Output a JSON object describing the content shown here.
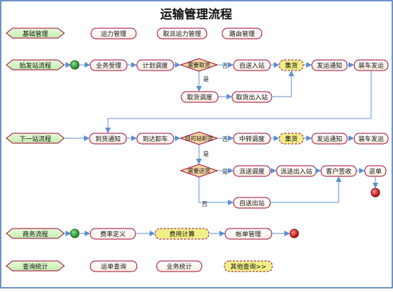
{
  "title": "运输管理流程",
  "lanes": {
    "basic": "基础管理",
    "origin": "始发站流程",
    "next": "下一站流程",
    "business": "商务流程",
    "query": "查询统计"
  },
  "row_basic": {
    "capacity_mgmt": "运力管理",
    "dispatch_capacity_mgmt": "取派运力管理",
    "route_mgmt": "路由管理"
  },
  "row_origin": {
    "accept": "业务受理",
    "plan": "计划调度",
    "need_pickup": "需要取货",
    "self_delivery": "自送入站",
    "consolidate": "集货",
    "send_notice": "发运通知",
    "load_ship": "装车发运",
    "pickup_dispatch": "取货调度",
    "pickup_inbound": "取货出入站",
    "label_no": "否",
    "label_yes": "是"
  },
  "row_next": {
    "arrival_notice": "到货通知",
    "arrive_unload": "到达卸车",
    "dest_station": "目的站卸货",
    "transfer_dispatch": "中转调度",
    "consolidate": "集货",
    "send_notice": "发运通知",
    "load_ship": "装车发运",
    "need_delivery": "需要送货",
    "delivery_dispatch": "派送调度",
    "delivery_inout": "派送出入站",
    "customer_sign": "客户签收",
    "return_doc": "返单",
    "self_pickup": "自送出站",
    "label_no": "否",
    "label_yes": "是",
    "label_yes2": "是",
    "label_no2": "否"
  },
  "row_business": {
    "rate_define": "费率定义",
    "fee_calc": "费用计算",
    "bill_mgmt": "帐单管理"
  },
  "row_query": {
    "waybill_query": "运单查询",
    "business_stats": "业务统计",
    "other_query": "其他查询>>"
  },
  "colors": {
    "frame_border": "#3f6fb5",
    "node_border": "#a0002d",
    "node_fill": "#fff8ee",
    "hatched_fill": "#f4f190",
    "lane_fill": "#d6f5c8",
    "start_fill": "#2a9a2a",
    "end_fill": "#d11a1a",
    "connector": "#5b8fd6",
    "decision_fill": "#f6d7a6"
  }
}
